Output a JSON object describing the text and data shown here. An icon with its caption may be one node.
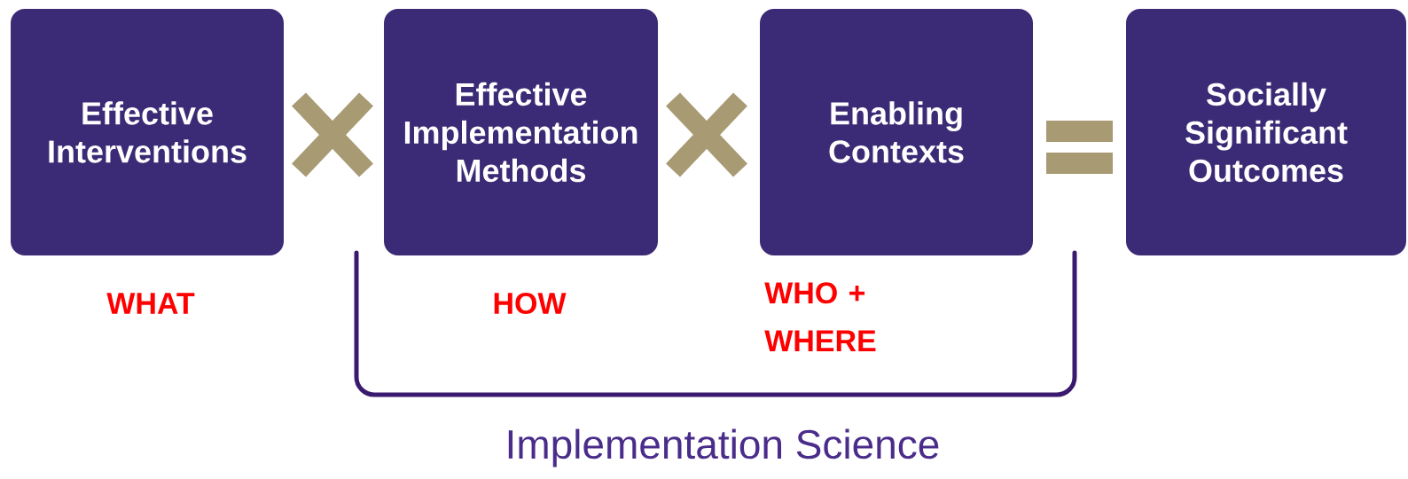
{
  "diagram": {
    "nodes": [
      {
        "text": [
          "Effective Interventions"
        ]
      },
      {
        "text": [
          "Effective Implementation Methods"
        ]
      },
      {
        "text": [
          "Enabling Contexts"
        ]
      },
      {
        "text": [
          "Socially Significant Outcomes"
        ]
      }
    ],
    "labels": [
      "WHAT",
      "HOW",
      "WHO + WHERE",
      "Implementation Science"
    ]
  }
}
